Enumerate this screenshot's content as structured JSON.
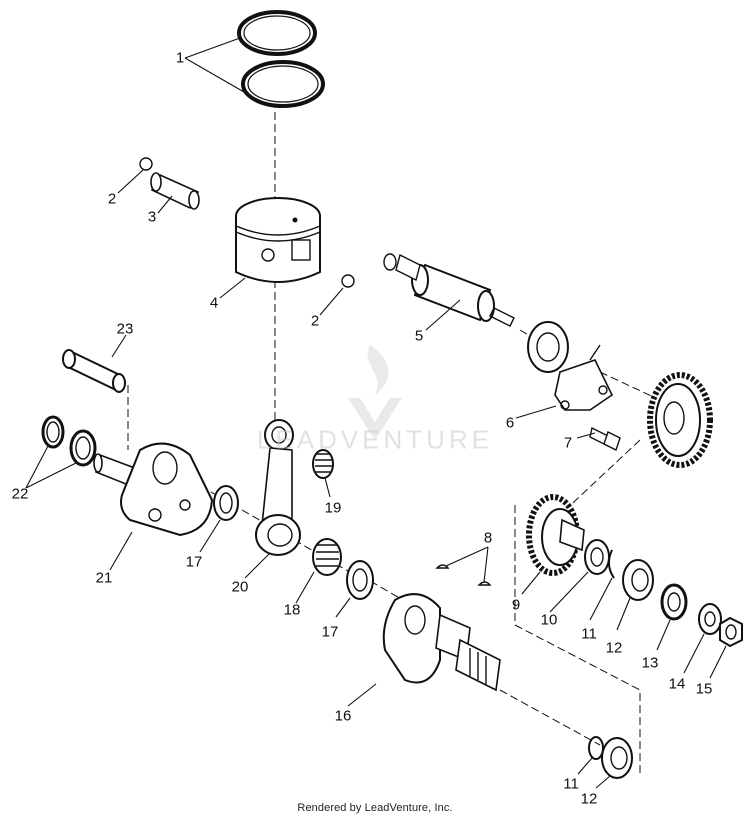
{
  "callouts": [
    {
      "id": "c1",
      "text": "1"
    },
    {
      "id": "c2a",
      "text": "2"
    },
    {
      "id": "c3",
      "text": "3"
    },
    {
      "id": "c4",
      "text": "4"
    },
    {
      "id": "c2b",
      "text": "2"
    },
    {
      "id": "c5",
      "text": "5"
    },
    {
      "id": "c6",
      "text": "6"
    },
    {
      "id": "c7",
      "text": "7"
    },
    {
      "id": "c23",
      "text": "23"
    },
    {
      "id": "c22",
      "text": "22"
    },
    {
      "id": "c21",
      "text": "21"
    },
    {
      "id": "c17a",
      "text": "17"
    },
    {
      "id": "c20",
      "text": "20"
    },
    {
      "id": "c19",
      "text": "19"
    },
    {
      "id": "c18",
      "text": "18"
    },
    {
      "id": "c17b",
      "text": "17"
    },
    {
      "id": "c8",
      "text": "8"
    },
    {
      "id": "c9",
      "text": "9"
    },
    {
      "id": "c10",
      "text": "10"
    },
    {
      "id": "c11a",
      "text": "11"
    },
    {
      "id": "c12a",
      "text": "12"
    },
    {
      "id": "c13",
      "text": "13"
    },
    {
      "id": "c14",
      "text": "14"
    },
    {
      "id": "c15",
      "text": "15"
    },
    {
      "id": "c16",
      "text": "16"
    },
    {
      "id": "c11b",
      "text": "11"
    },
    {
      "id": "c12b",
      "text": "12"
    }
  ],
  "watermark": "LEADVENTURE",
  "footer": "Rendered by LeadVenture, Inc."
}
